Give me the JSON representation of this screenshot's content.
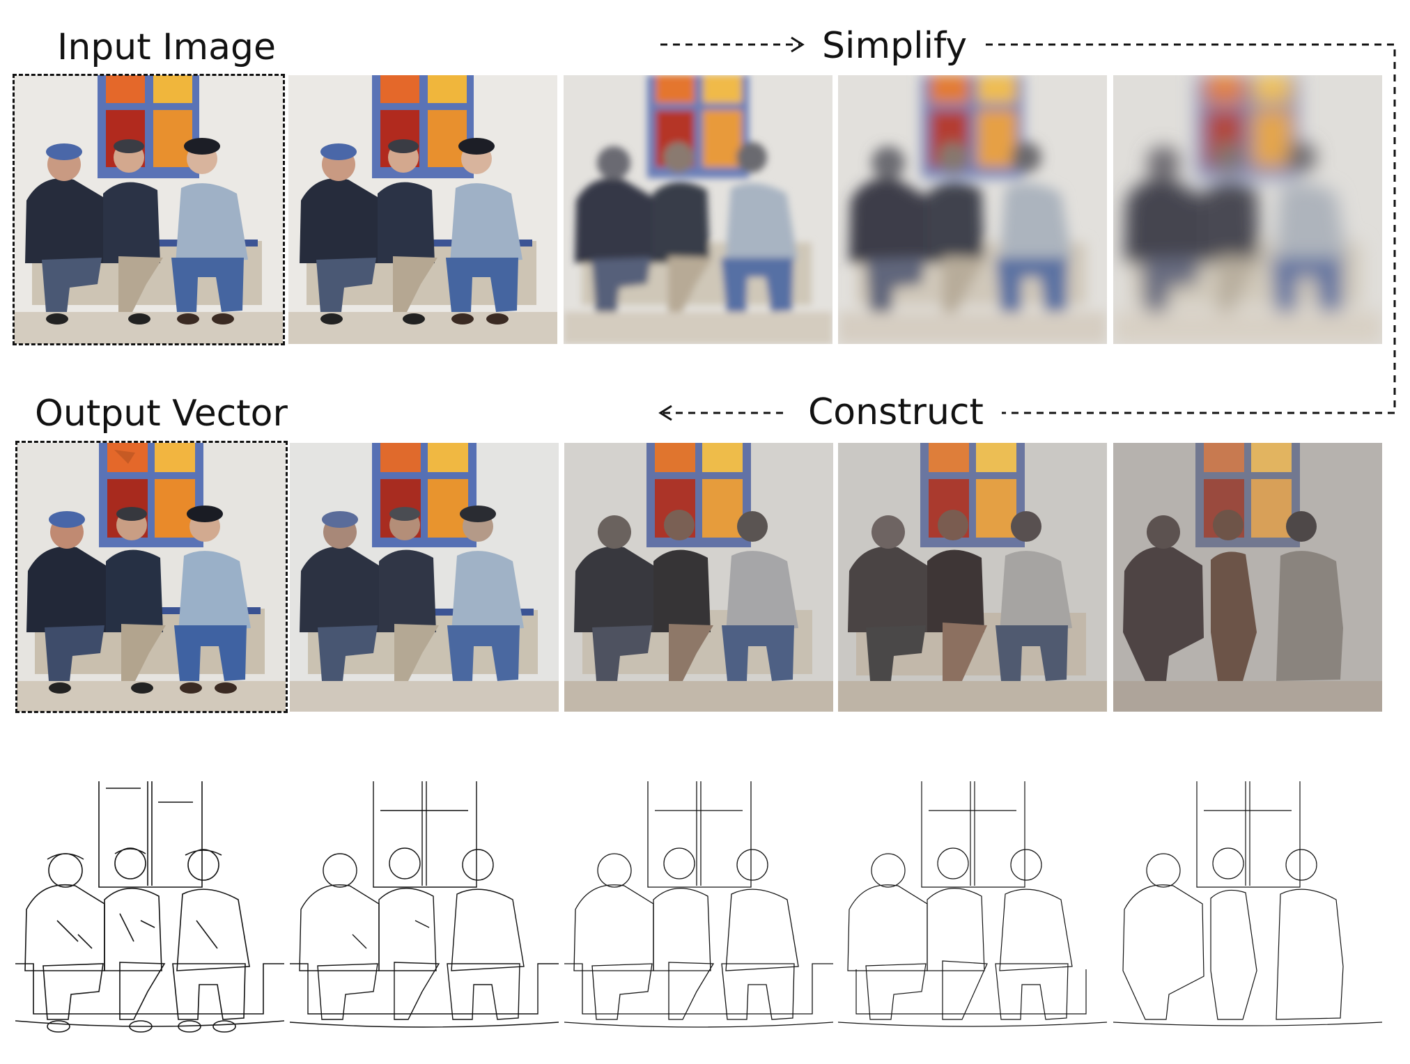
{
  "labels": {
    "input_image": "Input Image",
    "output_vector": "Output Vector",
    "simplify": "Simplify",
    "construct": "Construct"
  },
  "colors": {
    "wall": "#e8e6e2",
    "window_frame": "#5a73b6",
    "pane_red": "#b12a1e",
    "pane_orange": "#e7782a",
    "pane_yellow": "#f0b63c",
    "jacket_dark": "#262c3c",
    "jeans_blue": "#4565a0",
    "shirt_light": "#9fb1c6",
    "bench": "#cdc4b4",
    "ground": "#cbc3b6"
  },
  "icons": [
    "dashed-arrow-right-icon",
    "dashed-arrow-left-icon"
  ]
}
